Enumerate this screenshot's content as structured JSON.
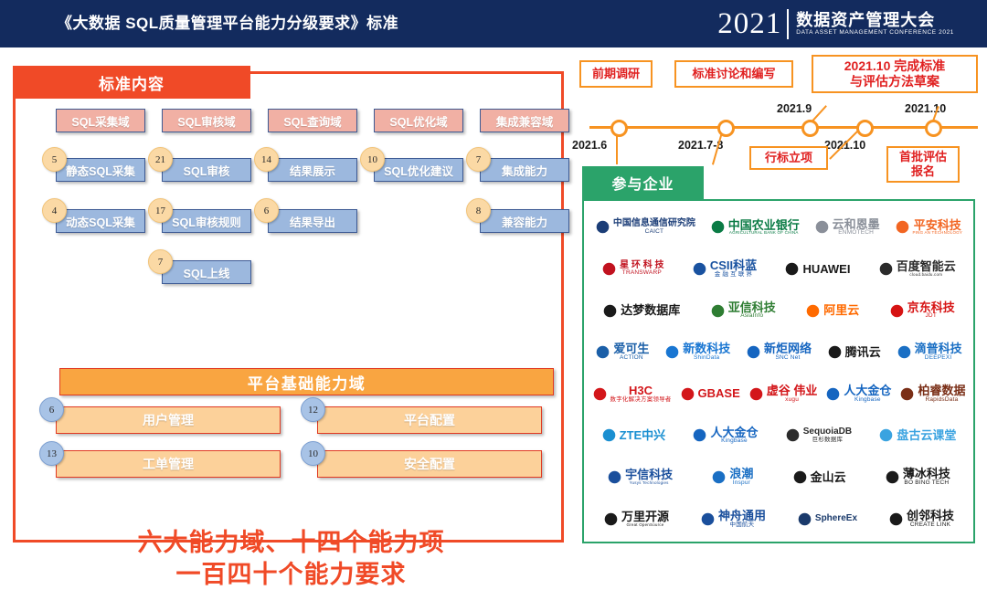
{
  "header": {
    "title": "《大数据 SQL质量管理平台能力分级要求》标准",
    "brand_year": "2021",
    "brand_cn": "数据资产管理大会",
    "brand_en": "DATA ASSET MANAGEMENT CONFERENCE 2021",
    "bg_color": "#132b5e"
  },
  "standard": {
    "tab_label": "标准内容",
    "accent_color": "#f04a27",
    "domains": [
      {
        "label": "SQL采集域"
      },
      {
        "label": "SQL审核域"
      },
      {
        "label": "SQL查询域"
      },
      {
        "label": "SQL优化域"
      },
      {
        "label": "集成兼容域"
      }
    ],
    "capabilities": [
      {
        "label": "静态SQL采集",
        "count": "5",
        "col": 0,
        "row": 0
      },
      {
        "label": "动态SQL采集",
        "count": "4",
        "col": 0,
        "row": 1
      },
      {
        "label": "SQL审核",
        "count": "21",
        "col": 1,
        "row": 0
      },
      {
        "label": "SQL审核规则",
        "count": "17",
        "col": 1,
        "row": 1
      },
      {
        "label": "SQL上线",
        "count": "7",
        "col": 1,
        "row": 2
      },
      {
        "label": "结果展示",
        "count": "14",
        "col": 2,
        "row": 0
      },
      {
        "label": "结果导出",
        "count": "6",
        "col": 2,
        "row": 1
      },
      {
        "label": "SQL优化建议",
        "count": "10",
        "col": 3,
        "row": 0
      },
      {
        "label": "集成能力",
        "count": "7",
        "col": 4,
        "row": 0
      },
      {
        "label": "兼容能力",
        "count": "8",
        "col": 4,
        "row": 1
      }
    ],
    "platform_bar_label": "平台基础能力域",
    "platform_items": [
      {
        "label": "用户管理",
        "count": "6"
      },
      {
        "label": "平台配置",
        "count": "12"
      },
      {
        "label": "工单管理",
        "count": "13"
      },
      {
        "label": "安全配置",
        "count": "10"
      }
    ],
    "summary_line1": "六大能力域、十四个能力项",
    "summary_line2": "一百四十个能力要求"
  },
  "timeline": {
    "line_color": "#f79321",
    "nodes": [
      {
        "date": "2021.6",
        "date_pos": "below",
        "callout": "前期调研",
        "callout_pos": "above"
      },
      {
        "date": "2021.7-8",
        "date_pos": "below",
        "callout": "标准讨论和编写",
        "callout_pos": "above"
      },
      {
        "date": "2021.9",
        "date_pos": "above",
        "callout": "行标立项",
        "callout_pos": "below"
      },
      {
        "date": "2021.10",
        "date_pos": "below",
        "callout": "2021.10 完成标准\n与评估方法草案",
        "callout_pos": "above"
      },
      {
        "date": "2021.10",
        "date_pos": "above",
        "callout": "首批评估\n报名",
        "callout_pos": "below"
      }
    ]
  },
  "enterprises": {
    "tab_label": "参与企业",
    "accent_color": "#2ba36a",
    "rows": [
      [
        {
          "name": "CAICT",
          "cn": "中国信息通信研究院",
          "en": "CAICT",
          "color": "#1b3d77"
        },
        {
          "name": "中国农业银行",
          "cn": "中国农业银行",
          "en": "AGRICULTURAL BANK OF CHINA",
          "color": "#0a7b45"
        },
        {
          "name": "云和恩墨",
          "cn": "云和恩墨",
          "en": "ENMOTECH",
          "color": "#8a8f99"
        },
        {
          "name": "平安科技",
          "cn": "平安科技",
          "en": "PING AN TECHNOLOGY",
          "color": "#f26522"
        }
      ],
      [
        {
          "name": "星环科技",
          "cn": "星 环 科 技",
          "en": "TRANSWARP",
          "color": "#c1121f"
        },
        {
          "name": "CSII科蓝",
          "cn": "CSII科蓝",
          "en": "金 融 互 联 界",
          "color": "#1952a0"
        },
        {
          "name": "HUAWEI",
          "cn": "HUAWEI",
          "en": "",
          "color": "#1a1a1a"
        },
        {
          "name": "百度智能云",
          "cn": "百度智能云",
          "en": "cloud.baidu.com",
          "color": "#2b2b2b"
        }
      ],
      [
        {
          "name": "达梦数据库",
          "cn": "达梦数据库",
          "en": "",
          "color": "#1a1a1a"
        },
        {
          "name": "亚信科技",
          "cn": "亚信科技",
          "en": "AsiaInfo",
          "color": "#2e7d32"
        },
        {
          "name": "阿里云",
          "cn": "阿里云",
          "en": "",
          "color": "#ff6a00"
        },
        {
          "name": "京东科技",
          "cn": "京东科技",
          "en": "JDT",
          "color": "#d61313"
        }
      ],
      [
        {
          "name": "爱可生",
          "cn": "爱可生",
          "en": "ACTION",
          "color": "#1b5fa8"
        },
        {
          "name": "新数科技",
          "cn": "新数科技",
          "en": "ShinData",
          "color": "#1976d2"
        },
        {
          "name": "新炬网络",
          "cn": "新炬网络",
          "en": "SNC Net",
          "color": "#1565c0"
        },
        {
          "name": "腾讯云",
          "cn": "腾讯云",
          "en": "",
          "color": "#1a1a1a"
        },
        {
          "name": "滴普科技",
          "cn": "滴普科技",
          "en": "DEEPEXI",
          "color": "#1a6fc4"
        }
      ],
      [
        {
          "name": "H3C",
          "cn": "H3C",
          "en": "数字化解决方案领导者",
          "color": "#d3161a"
        },
        {
          "name": "GBASE",
          "cn": "GBASE",
          "en": "",
          "color": "#d3161a"
        },
        {
          "name": "虚谷伟业",
          "cn": "虚谷 伟业",
          "en": "xugu",
          "color": "#d3161a"
        },
        {
          "name": "人大金仓",
          "cn": "人大金仓",
          "en": "Kingbase",
          "color": "#1565c0"
        },
        {
          "name": "柏睿数据",
          "cn": "柏睿数据",
          "en": "RapidsData",
          "color": "#7a2e16"
        }
      ],
      [
        {
          "name": "ZTE中兴",
          "cn": "ZTE中兴",
          "en": "",
          "color": "#1a8fd1"
        },
        {
          "name": "人大金仓",
          "cn": "人大金仓",
          "en": "Kingbase",
          "color": "#1565c0"
        },
        {
          "name": "SequoiaDB",
          "cn": "SequoiaDB",
          "en": "巨杉数据库",
          "color": "#2b2b2b"
        },
        {
          "name": "盘古云课堂",
          "cn": "盘古云课堂",
          "en": "",
          "color": "#3aa3e0"
        }
      ],
      [
        {
          "name": "宇信科技",
          "cn": "宇信科技",
          "en": "Yusys Technologies",
          "color": "#1a4f9c"
        },
        {
          "name": "inspur浪潮",
          "cn": "浪潮",
          "en": "Inspur",
          "color": "#1a6fc4"
        },
        {
          "name": "金山云",
          "cn": "金山云",
          "en": "",
          "color": "#1a1a1a"
        },
        {
          "name": "薄冰科技",
          "cn": "薄冰科技",
          "en": "BO BING TECH",
          "color": "#1a1a1a"
        }
      ],
      [
        {
          "name": "万里开源",
          "cn": "万里开源",
          "en": "Great OpenSource",
          "color": "#1a1a1a"
        },
        {
          "name": "神舟通用",
          "cn": "神舟通用",
          "en": "中国航天",
          "color": "#1a4f9c"
        },
        {
          "name": "SphereEx",
          "cn": "SphereEx",
          "en": "",
          "color": "#1a3a6b"
        },
        {
          "name": "创邻科技",
          "cn": "创邻科技",
          "en": "CREATE LINK",
          "color": "#1a1a1a"
        }
      ]
    ]
  }
}
